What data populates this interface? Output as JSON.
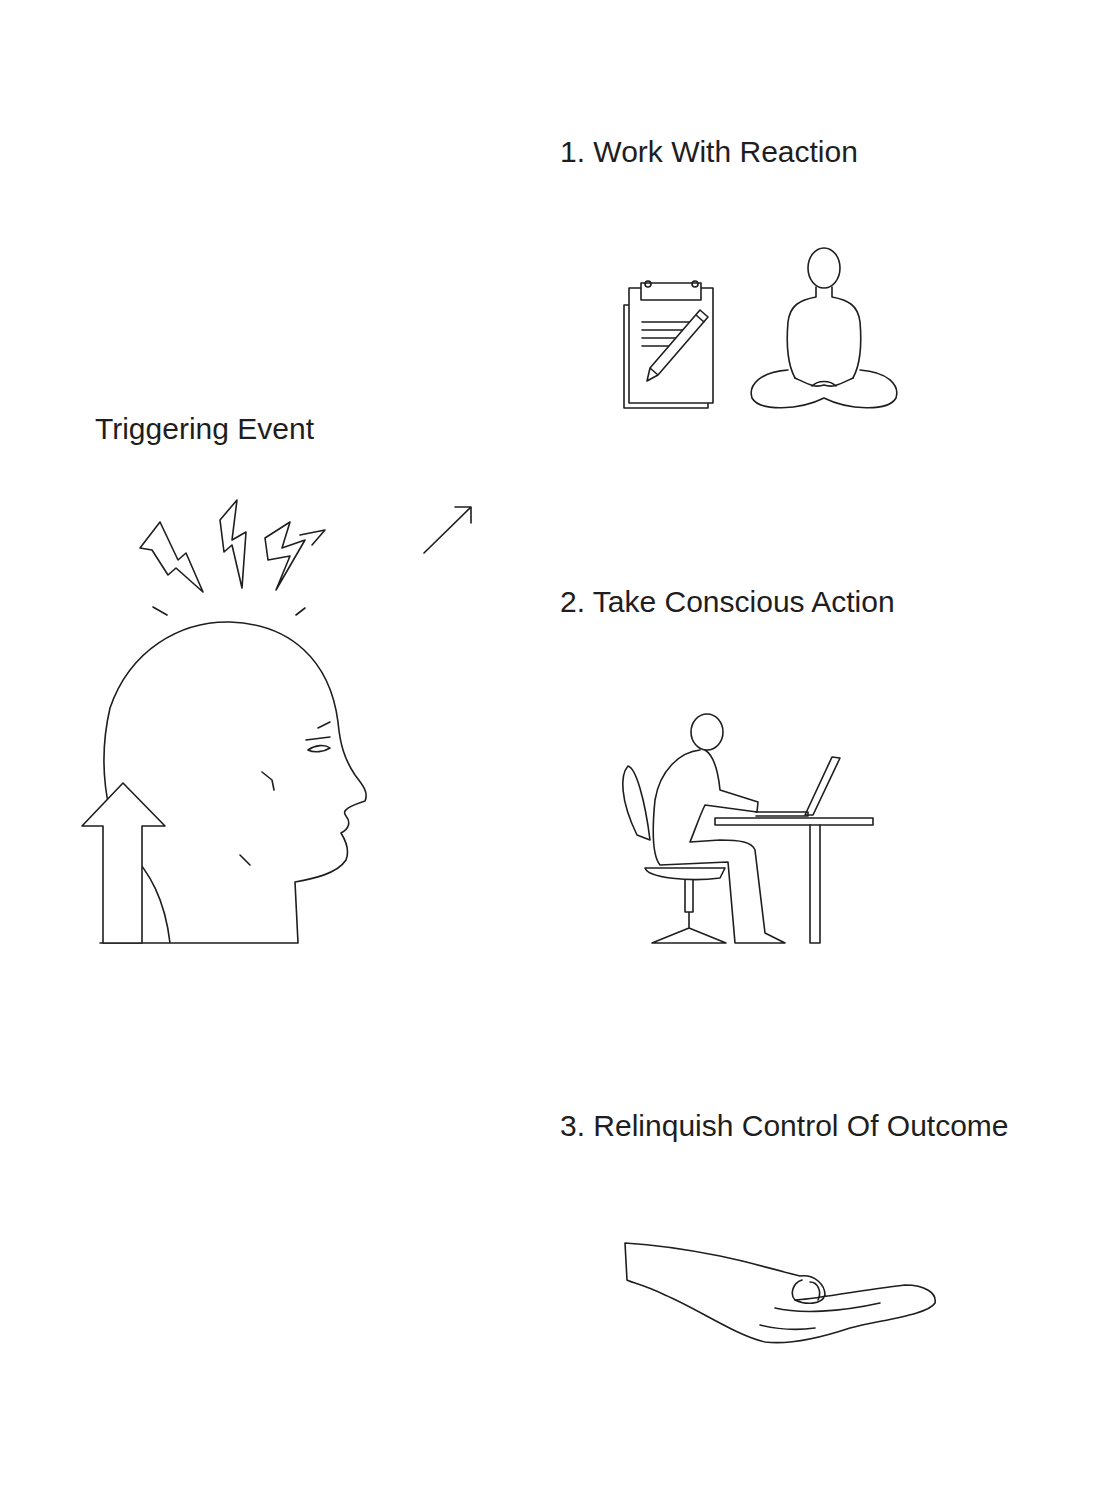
{
  "diagram": {
    "labels": [
      "Triggering Event",
      "1. Work With Reaction",
      "2. Take Conscious Action",
      "3. Relinquish Control Of Outcome"
    ]
  }
}
